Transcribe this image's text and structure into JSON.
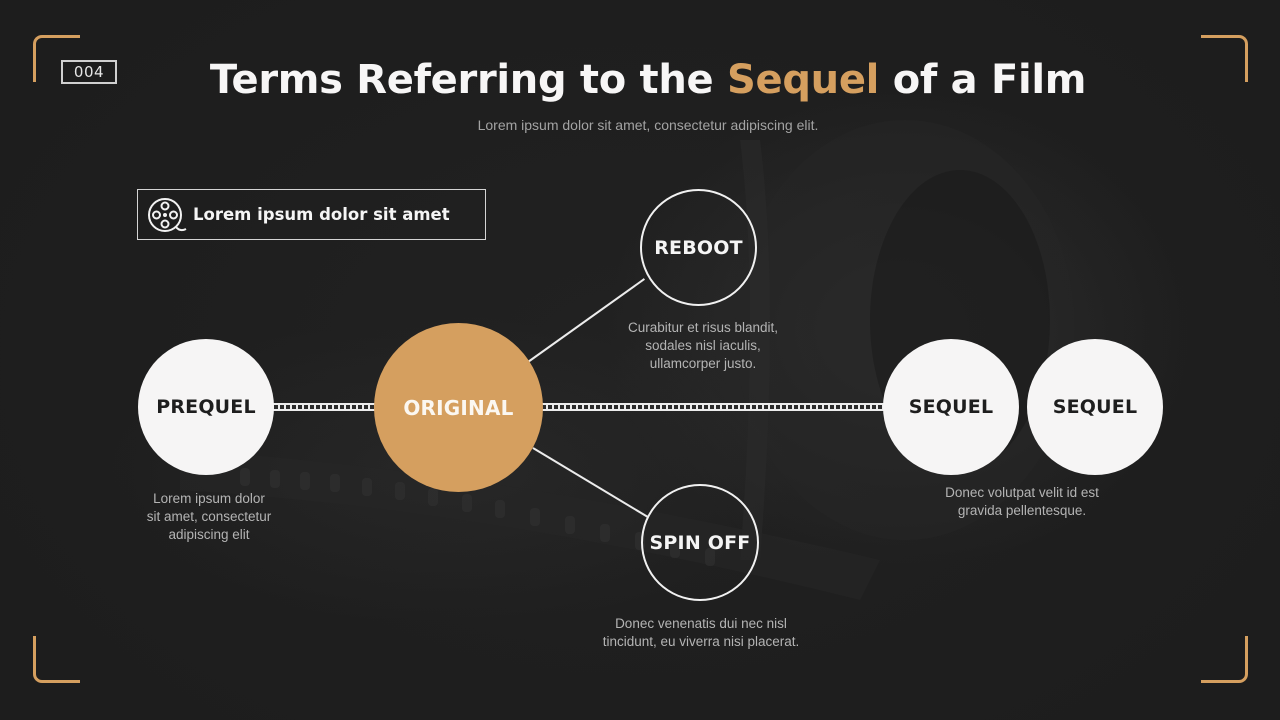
{
  "slide": {
    "page_number": "004",
    "title_before": "Terms Referring to the ",
    "title_accent": "Sequel",
    "title_after": " of a Film",
    "subtitle": "Lorem ipsum dolor sit amet, consectetur adipiscing elit.",
    "accent_color": "#D59F5F"
  },
  "info_box": {
    "icon": "film-reel-icon",
    "label": "Lorem ipsum dolor sit amet"
  },
  "nodes": {
    "prequel": {
      "label": "PREQUEL",
      "description": [
        "Lorem ipsum dolor",
        "sit amet, consectetur",
        "adipiscing elit"
      ]
    },
    "original": {
      "label": "ORIGINAL"
    },
    "reboot": {
      "label": "REBOOT",
      "description": [
        "Curabitur et risus blandit,",
        "sodales nisl iaculis,",
        "ullamcorper justo."
      ]
    },
    "spin_off": {
      "label": "SPIN OFF",
      "description": [
        "Donec venenatis dui nec nisl",
        "tincidunt, eu viverra nisi placerat."
      ]
    },
    "sequel_1": {
      "label": "SEQUEL"
    },
    "sequel_2": {
      "label": "SEQUEL"
    },
    "sequel_description": [
      "Donec volutpat velit id est",
      "gravida pellentesque."
    ]
  }
}
